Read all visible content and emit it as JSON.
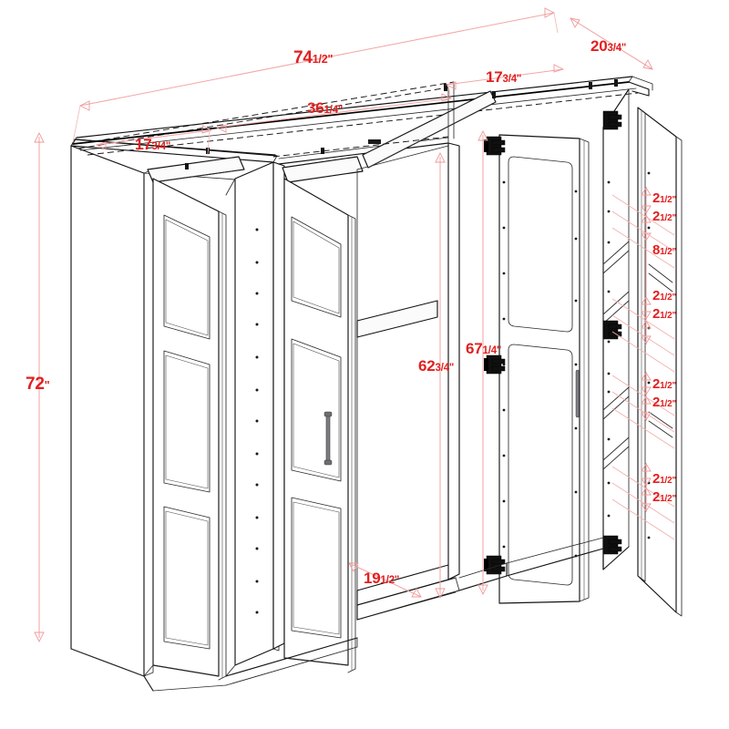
{
  "drawing": {
    "title": "Wardrobe Cabinet Isometric Dimension Drawing",
    "units": "inches",
    "accent_color": "#e1201f",
    "dimension_line_color": "#f3a6a6",
    "geometry_color": "#141414",
    "background_color": "#ffffff"
  },
  "dimensions": {
    "overall_width": {
      "whole": "74",
      "frac": "1/2\"",
      "label": "74 1/2\"",
      "orientation": "horizontal-top",
      "name": "overall-width"
    },
    "overall_depth": {
      "whole": "20",
      "frac": "3/4\"",
      "label": "20 3/4\"",
      "orientation": "diagonal-depth",
      "name": "overall-depth"
    },
    "overall_height": {
      "whole": "72",
      "frac": "\"",
      "label": "72\"",
      "orientation": "vertical-left",
      "name": "overall-height"
    },
    "left_bay_width": {
      "whole": "17",
      "frac": "3/4\"",
      "label": "17 3/4\"",
      "orientation": "horizontal-top",
      "name": "left-bay-width"
    },
    "center_bay_width": {
      "whole": "36",
      "frac": "1/4\"",
      "label": "36 1/4\"",
      "orientation": "horizontal-top",
      "name": "center-bay-width"
    },
    "right_bay_width": {
      "whole": "17",
      "frac": "3/4\"",
      "label": "17 3/4\"",
      "orientation": "horizontal-top",
      "name": "right-bay-width"
    },
    "interior_height": {
      "whole": "62",
      "frac": "3/4\"",
      "label": "62 3/4\"",
      "orientation": "vertical",
      "name": "interior-height"
    },
    "door_height": {
      "whole": "67",
      "frac": "1/4\"",
      "label": "67 1/4\"",
      "orientation": "vertical",
      "name": "door-height"
    },
    "interior_depth": {
      "whole": "19",
      "frac": "1/2\"",
      "label": "19 1/2\"",
      "orientation": "diagonal-depth",
      "name": "interior-depth"
    },
    "shelf_spacing_a1": {
      "whole": "2",
      "frac": "1/2\"",
      "label": "2 1/2\"",
      "name": "shelf-spacing"
    },
    "shelf_spacing_a2": {
      "whole": "2",
      "frac": "1/2\"",
      "label": "2 1/2\"",
      "name": "shelf-spacing"
    },
    "shelf_gap": {
      "whole": "8",
      "frac": "1/2\"",
      "label": "8 1/2\"",
      "name": "shelf-gap"
    },
    "shelf_spacing_b1": {
      "whole": "2",
      "frac": "1/2\"",
      "label": "2 1/2\"",
      "name": "shelf-spacing"
    },
    "shelf_spacing_b2": {
      "whole": "2",
      "frac": "1/2\"",
      "label": "2 1/2\"",
      "name": "shelf-spacing"
    },
    "shelf_spacing_c1": {
      "whole": "2",
      "frac": "1/2\"",
      "label": "2 1/2\"",
      "name": "shelf-spacing"
    },
    "shelf_spacing_c2": {
      "whole": "2",
      "frac": "1/2\"",
      "label": "2 1/2\"",
      "name": "shelf-spacing"
    },
    "shelf_spacing_d1": {
      "whole": "2",
      "frac": "1/2\"",
      "label": "2 1/2\"",
      "name": "shelf-spacing"
    },
    "shelf_spacing_d2": {
      "whole": "2",
      "frac": "1/2\"",
      "label": "2 1/2\"",
      "name": "shelf-spacing"
    }
  }
}
